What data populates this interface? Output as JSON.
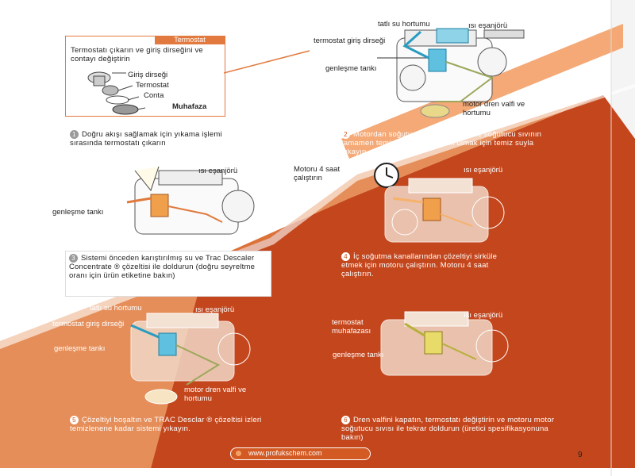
{
  "brand_color": "#d9622b",
  "thermostat_box": {
    "tab": "Termostat",
    "title": "Termostatı çıkarın ve giriş dirseğini ve contayı değiştirin",
    "parts": [
      "Giriş dirseği",
      "Termostat",
      "Conta",
      "Muhafaza"
    ]
  },
  "steps": [
    {
      "number": "1",
      "text": "Doğru akışı sağlamak için yıkama işlemi sırasında termostatı çıkarın"
    },
    {
      "number": "2",
      "text": "Motordan soğutucu sıvıyı boşaltın ve soğutucu sıvının tamamen temizlendiğinden emin olmak için temiz suyla yıkayın."
    },
    {
      "number": "3",
      "text": "Sistemi önceden karıştırılmış su ve Trac Descaler Concentrate ® çözeltisi ile doldurun (doğru seyreltme oranı için ürün etiketine bakın)"
    },
    {
      "number": "4",
      "text": "İç soğutma kanallarından çözeltiyi sirküle etmek için motoru çalıştırın. Motoru 4 saat çalıştırın."
    },
    {
      "number": "5",
      "text": "Çözeltiyi boşaltın ve TRAC Desclar ® çözeltisi izleri temizlenene kadar sistemi yıkayın."
    },
    {
      "number": "6",
      "text": "Dren valfini kapatın, termostatı değiştirin ve motoru motor soğutucu sıvısı ile tekrar doldurun (üretici spesifikasyonuna bakın)"
    }
  ],
  "labels": {
    "d2": [
      "tatlı su hortumu",
      "ısı eşanjörü",
      "termostat giriş dirseği",
      "genleşme tankı",
      "motor dren valfi ve hortumu"
    ],
    "d3": [
      "ısı eşanjörü",
      "genleşme tankı"
    ],
    "d4": [
      "Motoru 4 saat çalıştırın",
      "ısı eşanjörü"
    ],
    "d5": [
      "tatlı su hortumu",
      "ısı eşanjörü",
      "termostat giriş dirseği",
      "genleşme tankı",
      "motor dren valfi ve hortumu"
    ],
    "d6": [
      "ısı eşanjörü",
      "termostat muhafazası",
      "genleşme tankı"
    ]
  },
  "footer": {
    "url": "www.profukschem.com",
    "page_number": "9"
  }
}
